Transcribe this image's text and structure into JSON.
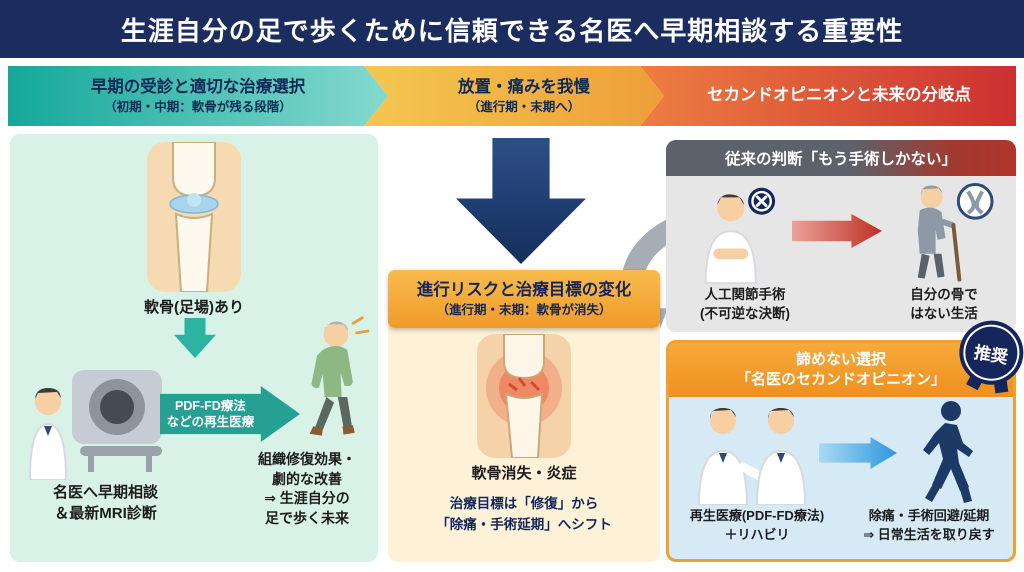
{
  "title": "生涯自分の足で歩くために信頼できる名医へ早期相談する重要性",
  "stages": {
    "early": {
      "title": "早期の受診と適切な治療選択",
      "subtitle": "（初期・中期：軟骨が残る段階）"
    },
    "neglect": {
      "title": "放置・痛みを我慢",
      "subtitle": "（進行期・末期へ）"
    },
    "second_opinion": {
      "title": "セカンドオピニオンと未来の分岐点"
    }
  },
  "left_panel": {
    "knee_label": "軟骨(足場)あり",
    "arrow_label": "PDF-FD療法\nなどの再生医療",
    "caption_left": "名医へ早期相談\n＆最新MRI診断",
    "caption_right": "組織修復効果・\n劇的な改善\n⇒ 生涯自分の\n足で歩く未来"
  },
  "middle_panel": {
    "banner_title": "進行リスクと治療目標の変化",
    "banner_subtitle": "（進行期・末期：軟骨が消失）",
    "knee_label": "軟骨消失・炎症",
    "shift_text": "治療目標は「修復」から\n「除痛・手術延期」へシフト"
  },
  "right_top": {
    "header": "従来の判断「もう手術しかない」",
    "caption_left": "人工関節手術\n(不可逆な決断)",
    "caption_right": "自分の骨で\nはない生活"
  },
  "right_bottom": {
    "header": "諦めない選択\n「名医のセカンドオピニオン」",
    "badge": "推奨",
    "caption_left": "再生医療(PDF-FD療法)\n＋リハビリ",
    "caption_right": "除痛・手術回避/延期\n⇒ 日常生活を取り戻す"
  },
  "palette": {
    "title_bg": "#1b2d5f",
    "teal": "#14a89a",
    "orange": "#f09b2a",
    "red": "#c02f23",
    "navy": "#15265c",
    "mint_bg": "#d9f2e8",
    "cream_bg": "#fdf2d8",
    "gray_bg": "#e6e6e6",
    "blue_bg": "#d6eaf6",
    "blue": "#2e97dc"
  }
}
